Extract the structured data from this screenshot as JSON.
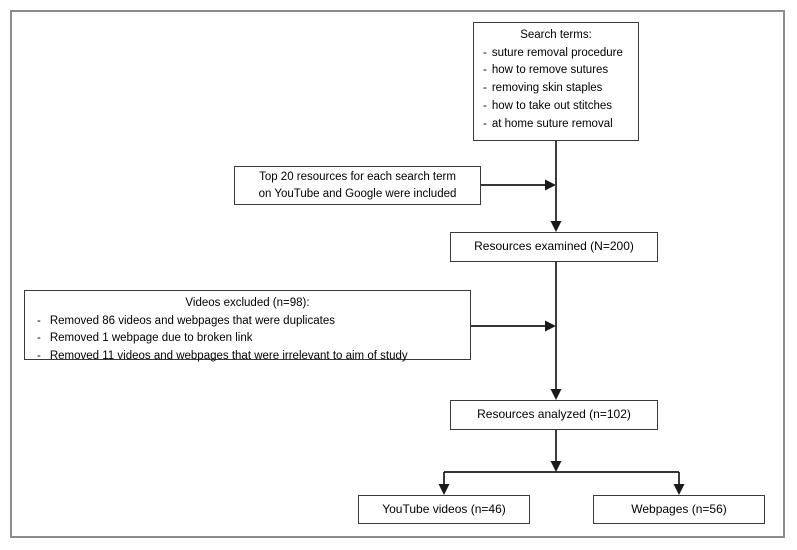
{
  "diagram": {
    "type": "flowchart",
    "title": "Resource selection flow diagram",
    "frame_color": "#8c8c8c",
    "box_border_color": "#3a3a3a",
    "connector_color": "#1a1a1a",
    "nodes": {
      "search_terms": {
        "heading": "Search terms:",
        "dash": "-",
        "items": [
          "suture removal procedure",
          "how to remove sutures",
          "removing skin staples",
          "how to take out stitches",
          "at home suture removal"
        ]
      },
      "top20": {
        "line1": "Top 20 resources for each search term",
        "line2": "on YouTube and Google were included"
      },
      "examined": {
        "label": "Resources examined (N=200)",
        "count": 200
      },
      "excluded": {
        "heading": "Videos excluded (n=98):",
        "count": 98,
        "dash": "-",
        "items": [
          "Removed 86 videos and webpages that were duplicates",
          "Removed 1 webpage due to broken link",
          "Removed 11 videos and webpages that were irrelevant to aim of study"
        ]
      },
      "analyzed": {
        "label": "Resources analyzed (n=102)",
        "count": 102
      },
      "youtube": {
        "label": "YouTube videos (n=46)",
        "count": 46
      },
      "webpages": {
        "label": "Webpages (n=56)",
        "count": 56
      }
    }
  }
}
